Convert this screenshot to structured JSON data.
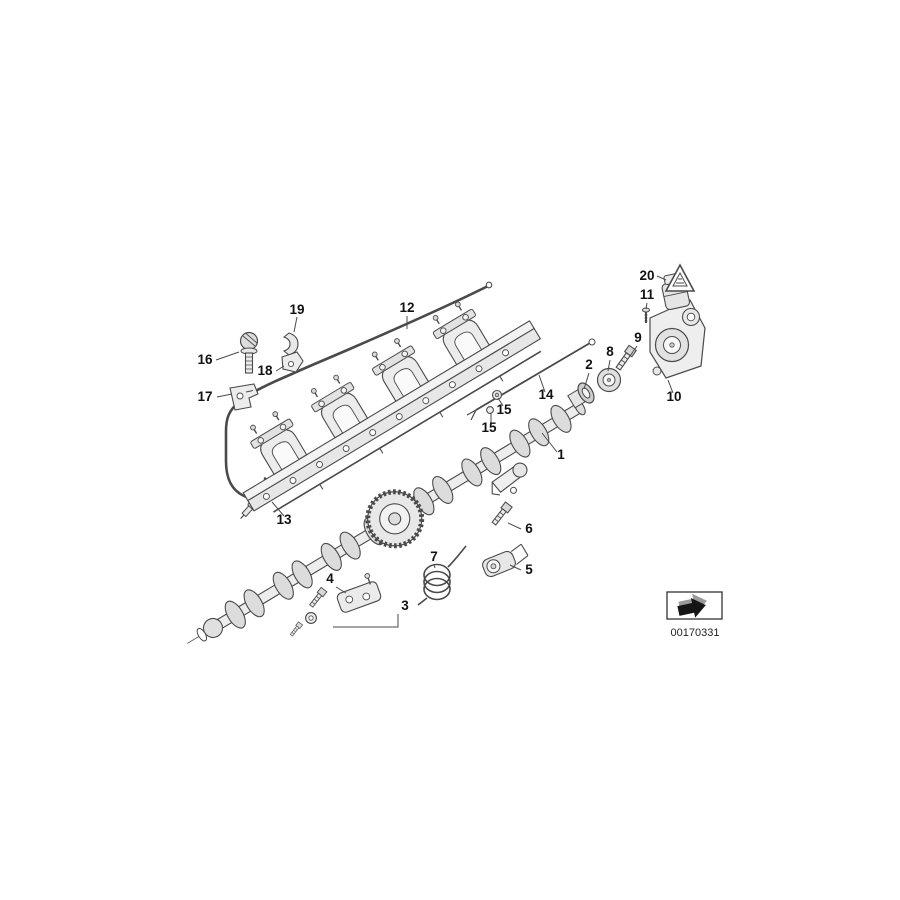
{
  "page": {
    "background": "#ffffff",
    "line_color": "#4a4a4a"
  },
  "diagram": {
    "doc_number": "00170331",
    "callouts": [
      {
        "label": "1"
      },
      {
        "label": "2"
      },
      {
        "label": "3"
      },
      {
        "label": "4"
      },
      {
        "label": "5"
      },
      {
        "label": "6"
      },
      {
        "label": "7"
      },
      {
        "label": "8"
      },
      {
        "label": "9"
      },
      {
        "label": "10"
      },
      {
        "label": "11"
      },
      {
        "label": "12"
      },
      {
        "label": "13"
      },
      {
        "label": "14"
      },
      {
        "label": "15"
      },
      {
        "label": "15"
      },
      {
        "label": "16"
      },
      {
        "label": "17"
      },
      {
        "label": "18"
      },
      {
        "label": "19"
      },
      {
        "label": "20"
      }
    ],
    "icons": {
      "warning_triangle": "warning-triangle-icon",
      "direction_arrow": "direction-arrow-icon"
    }
  }
}
